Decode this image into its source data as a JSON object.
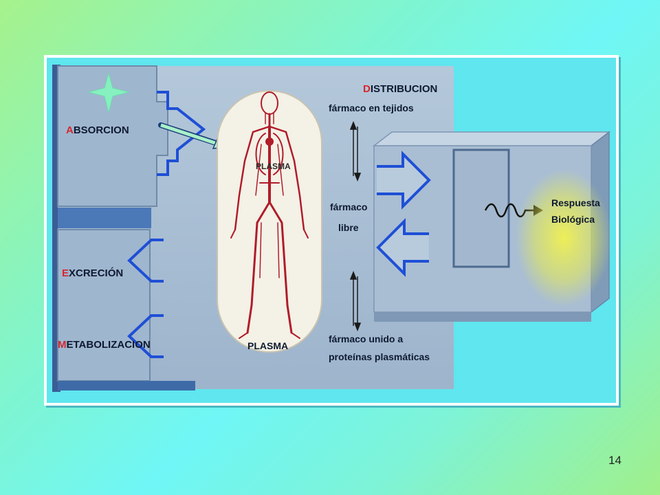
{
  "labels": {
    "absorcion": {
      "first": "A",
      "rest": "BSORCION"
    },
    "excrecion": {
      "first": "E",
      "rest": "XCRECIÓN"
    },
    "metabolizacion": {
      "first": "M",
      "rest": "ETABOLIZACION"
    },
    "distribucion": {
      "first": "D",
      "rest": "ISTRIBUCION"
    },
    "farmaco_tejidos": "fármaco en tejidos",
    "farmaco_libre_1": "fármaco",
    "farmaco_libre_2": "libre",
    "farmaco_unido_1": "fármaco unido a",
    "farmaco_unido_2": "proteínas plasmáticas",
    "plasma_small": "PLASMA",
    "plasma_large": "PLASMA",
    "respuesta_1": "Respuesta",
    "respuesta_2": "Biológica"
  },
  "page_number": "14",
  "colors": {
    "panel": "#a8bfd4",
    "panel_dark": "#6e8bab",
    "arrow_blue": "#1f4fd6",
    "highlight_arrow": "#a8f0c8",
    "vessels": "#b01c2a",
    "glow": "#f0f040"
  }
}
